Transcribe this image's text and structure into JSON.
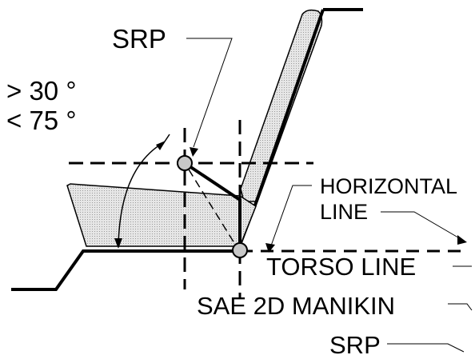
{
  "labels": {
    "srp_top": "SRP",
    "angle_min": "> 30 °",
    "angle_max": "< 75 °",
    "horizontal_line_1": "HORIZONTAL",
    "horizontal_line_2": "LINE",
    "torso_line": "TORSO LINE",
    "manikin": "SAE 2D MANIKIN",
    "srp_bottom": "SRP"
  },
  "colors": {
    "seat_fill": "#d2d2d2",
    "line": "#000000",
    "background": "#ffffff"
  }
}
